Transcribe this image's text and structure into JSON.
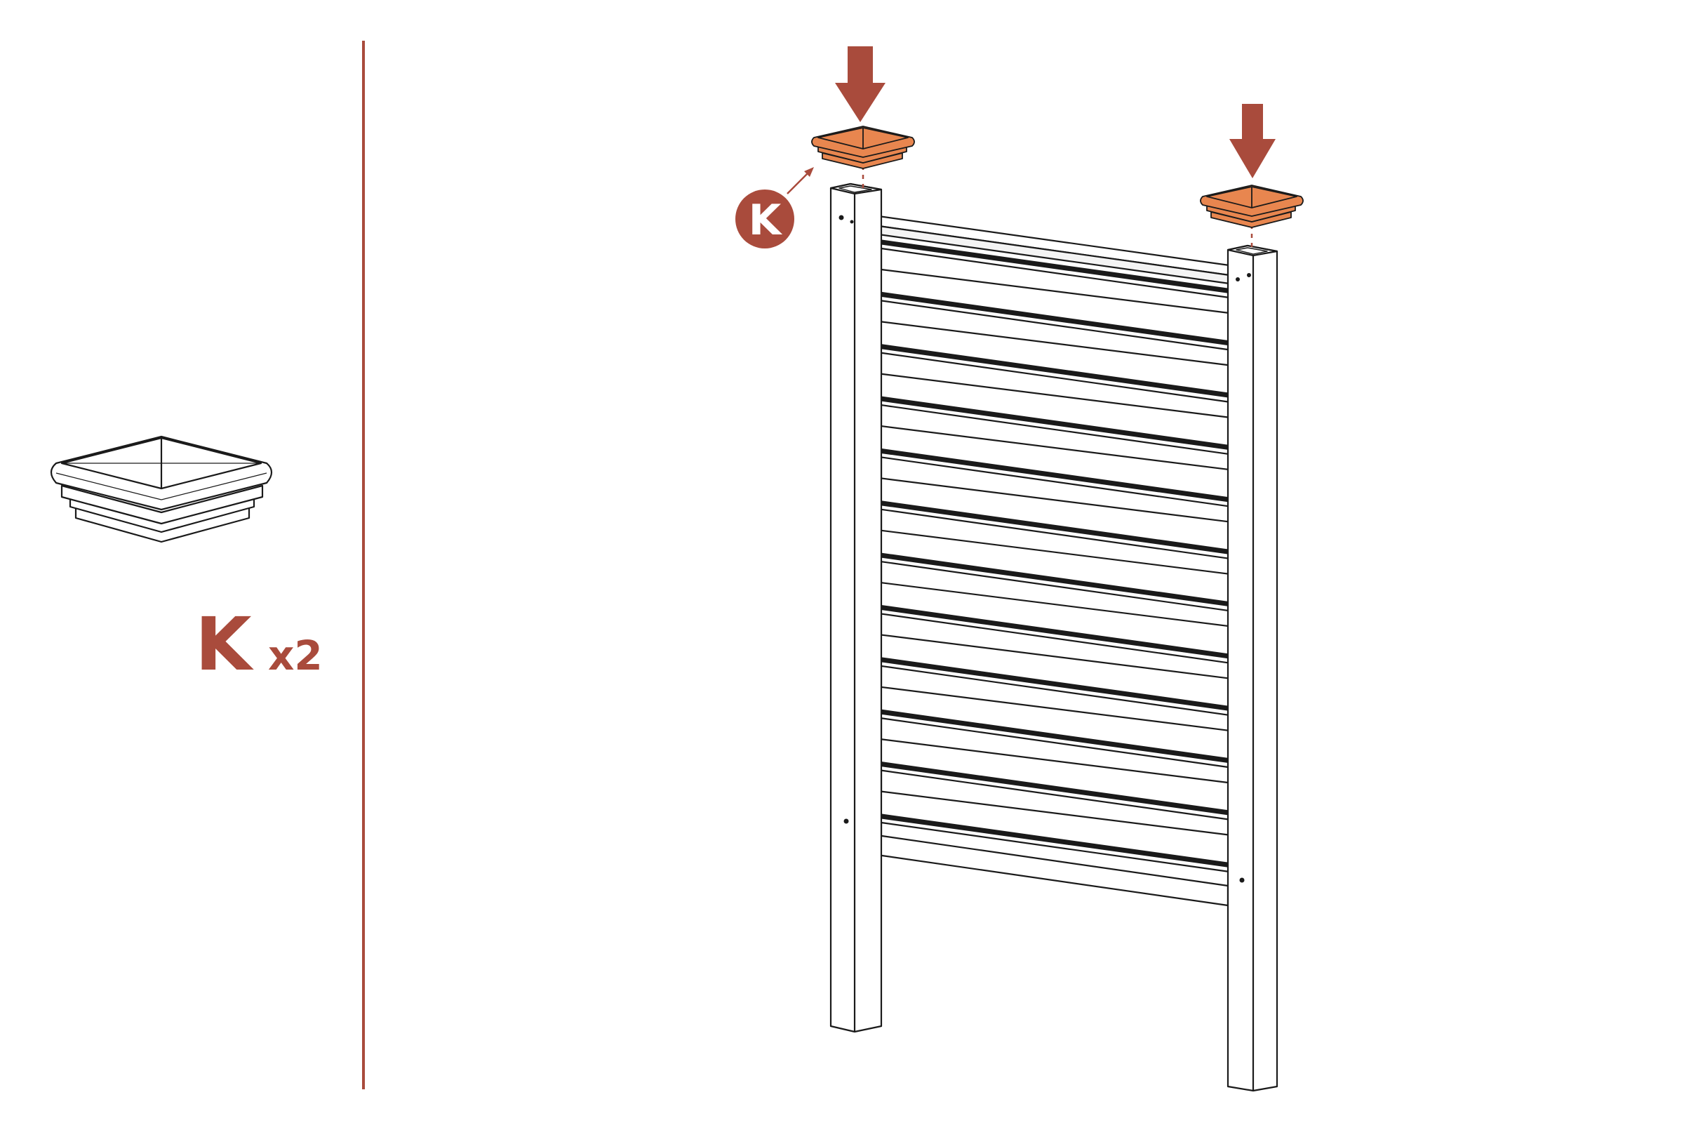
{
  "colors": {
    "accent": "#A94B3C",
    "cap_fill": "#E8864F",
    "line": "#1a1a1a",
    "background": "#ffffff"
  },
  "parts_panel": {
    "part_letter": "K",
    "quantity": "x2",
    "part_icon": "post-cap-icon"
  },
  "assembly": {
    "callout_letter": "K",
    "slat_count": 12,
    "insert_arrows": 2
  }
}
